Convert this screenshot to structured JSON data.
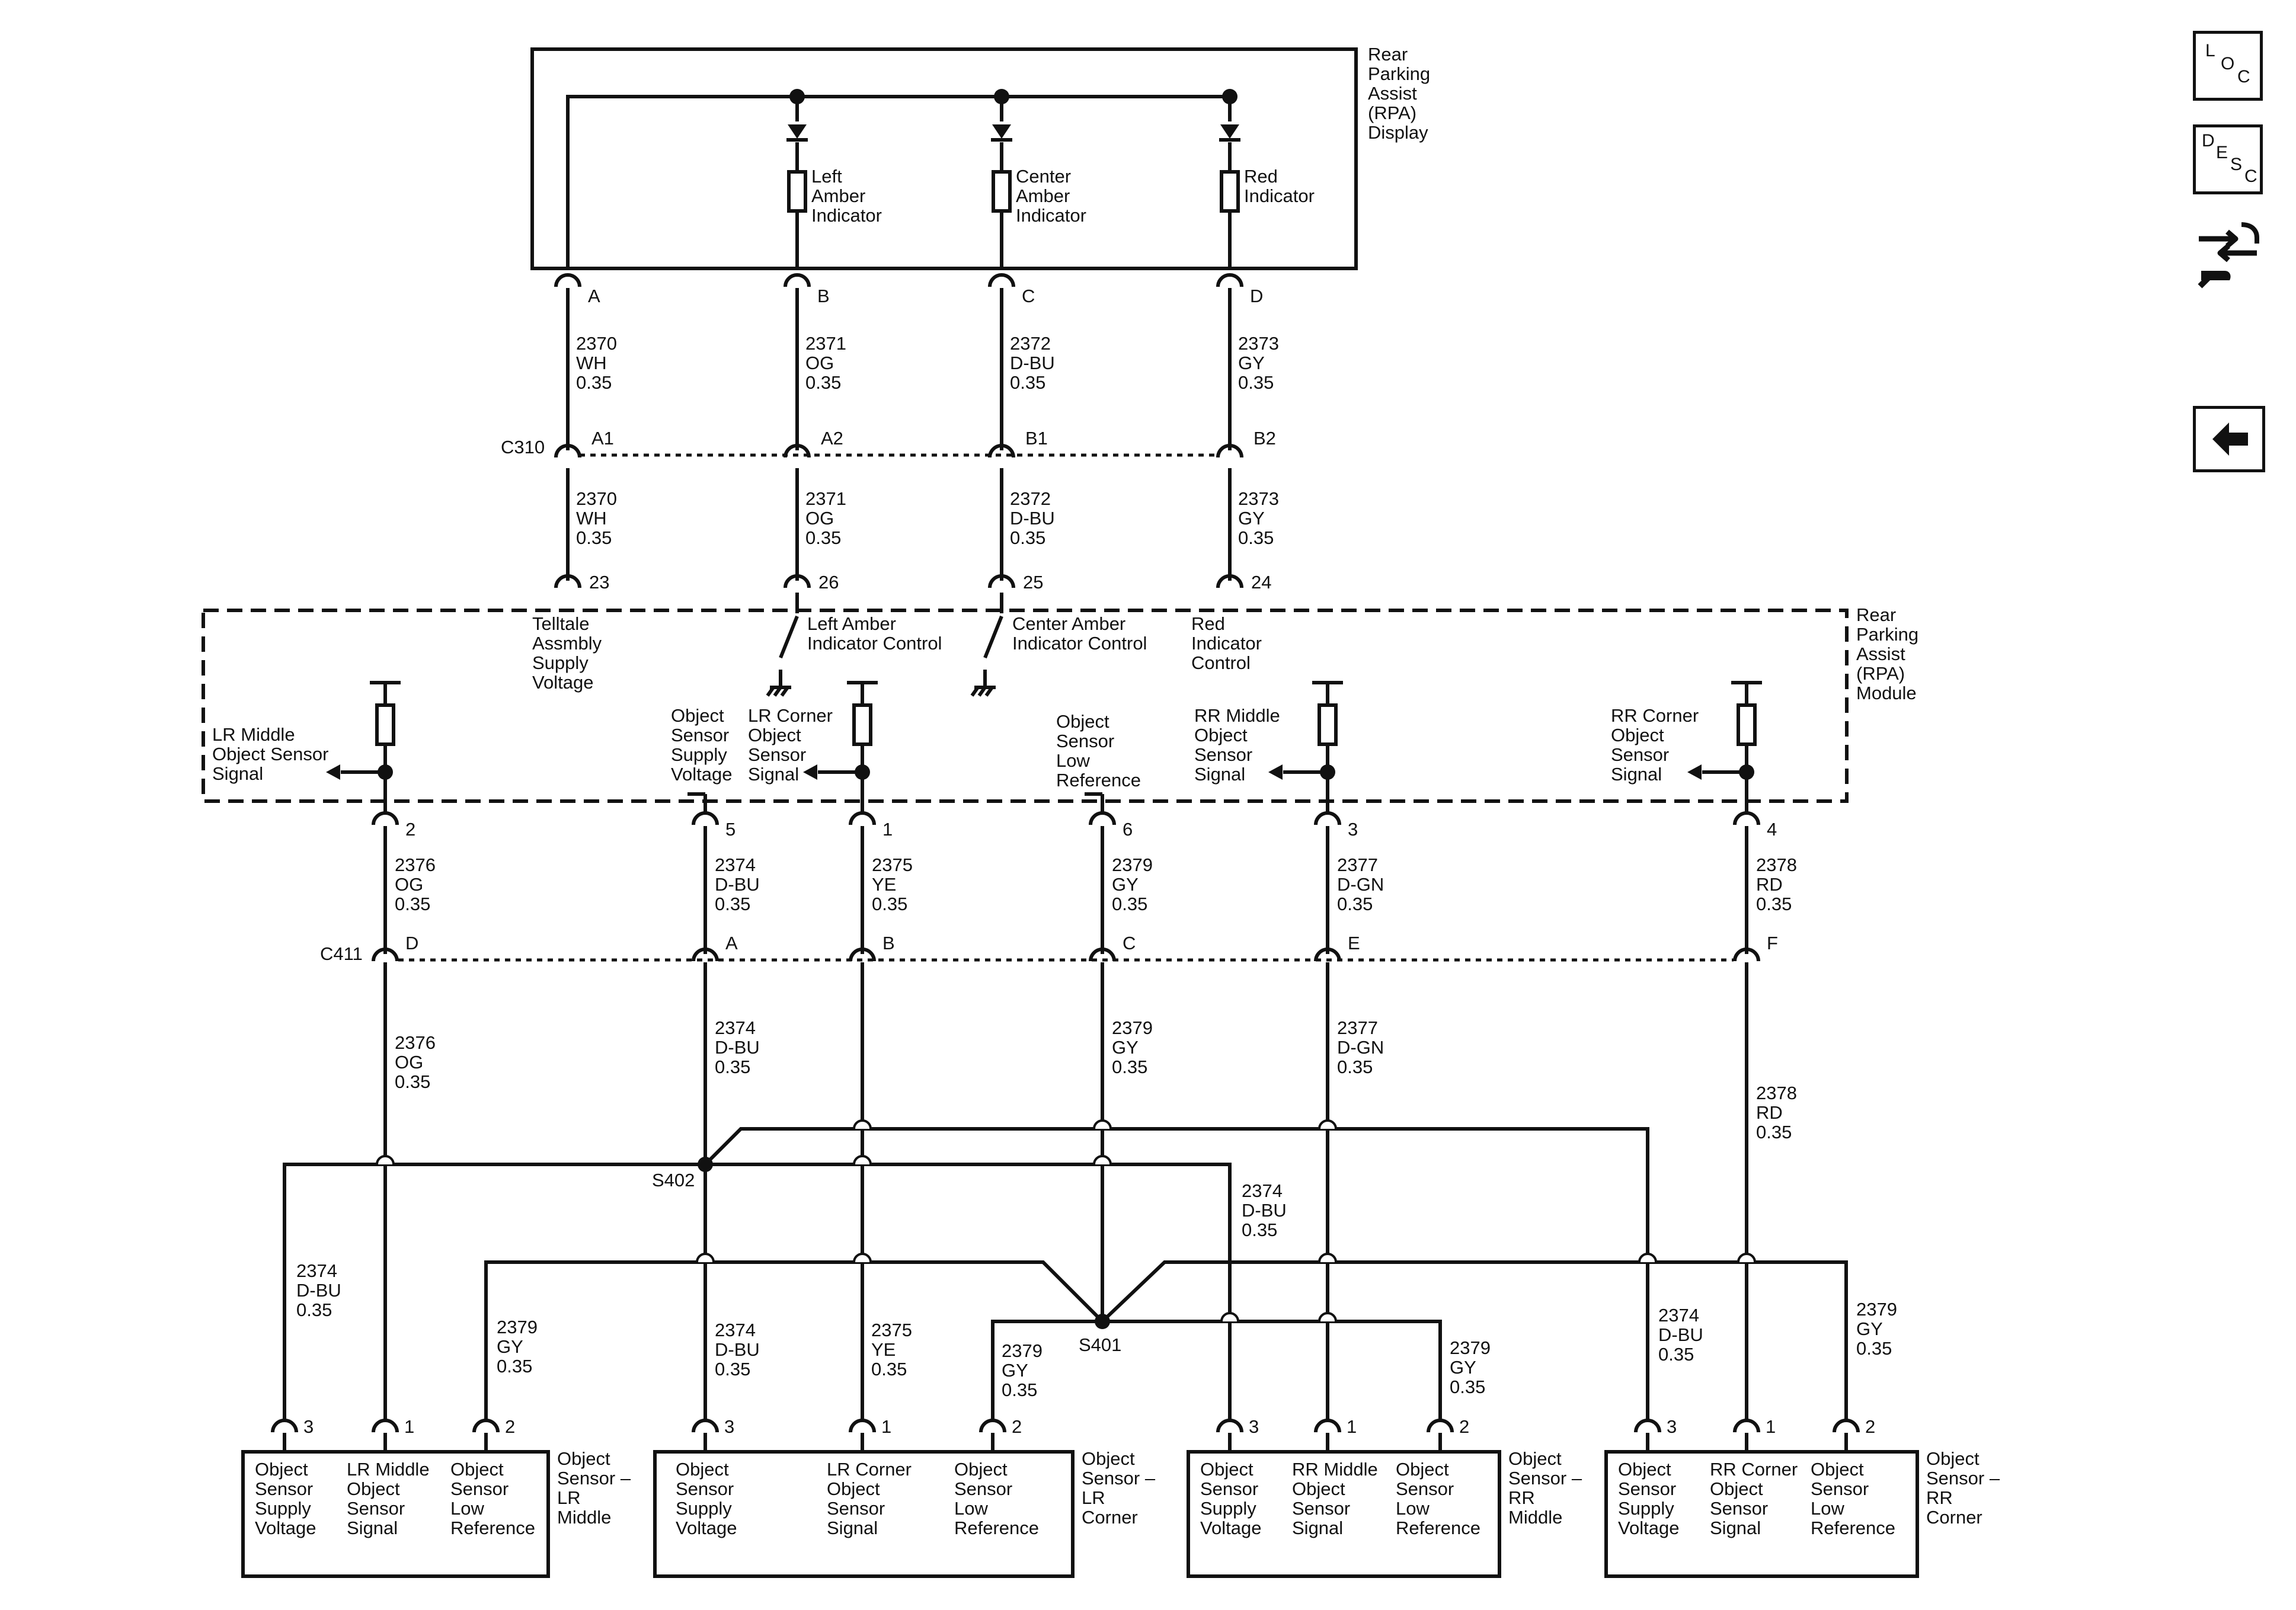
{
  "nav": {
    "loc": [
      "L",
      "O",
      "C"
    ],
    "desc": [
      "D",
      "E",
      "S",
      "C"
    ],
    "connector_icon": "connector-wrench-icon",
    "back_icon": "back-arrow-icon"
  },
  "display": {
    "title": [
      "Rear",
      "Parking",
      "Assist",
      "(RPA)",
      "Display"
    ],
    "leds": [
      [
        "Left",
        "Amber",
        "Indicator"
      ],
      [
        "Center",
        "Amber",
        "Indicator"
      ],
      [
        "Red",
        "Indicator"
      ]
    ],
    "pins": [
      "A",
      "B",
      "C",
      "D"
    ]
  },
  "upper_wires": [
    [
      "2370",
      "WH",
      "0.35"
    ],
    [
      "2371",
      "OG",
      "0.35"
    ],
    [
      "2372",
      "D-BU",
      "0.35"
    ],
    [
      "2373",
      "GY",
      "0.35"
    ]
  ],
  "c310": {
    "name": "C310",
    "pins": [
      "A1",
      "A2",
      "B1",
      "B2"
    ]
  },
  "module_top_pins": [
    "23",
    "26",
    "25",
    "24"
  ],
  "module": {
    "title": [
      "Rear",
      "Parking",
      "Assist",
      "(RPA)",
      "Module"
    ],
    "labels": {
      "telltale": [
        "Telltale",
        "Assmbly",
        "Supply",
        "Voltage"
      ],
      "left_amber": [
        "Left Amber",
        "Indicator Control"
      ],
      "center_amber": [
        "Center Amber",
        "Indicator Control"
      ],
      "red": [
        "Red",
        "Indicator",
        "Control"
      ],
      "lr_middle": [
        "LR Middle",
        "Object Sensor",
        "Signal"
      ],
      "supply": [
        "Object",
        "Sensor",
        "Supply",
        "Voltage"
      ],
      "lr_corner": [
        "LR Corner",
        "Object",
        "Sensor",
        "Signal"
      ],
      "low_ref": [
        "Object",
        "Sensor",
        "Low",
        "Reference"
      ],
      "rr_middle": [
        "RR Middle",
        "Object",
        "Sensor",
        "Signal"
      ],
      "rr_corner": [
        "RR Corner",
        "Object",
        "Sensor",
        "Signal"
      ]
    }
  },
  "module_bottom_pins": [
    "2",
    "5",
    "1",
    "6",
    "3",
    "4"
  ],
  "mid_wires": [
    [
      "2376",
      "OG",
      "0.35"
    ],
    [
      "2374",
      "D-BU",
      "0.35"
    ],
    [
      "2375",
      "YE",
      "0.35"
    ],
    [
      "2379",
      "GY",
      "0.35"
    ],
    [
      "2377",
      "D-GN",
      "0.35"
    ],
    [
      "2378",
      "RD",
      "0.35"
    ]
  ],
  "c411": {
    "name": "C411",
    "pins": [
      "D",
      "A",
      "B",
      "C",
      "E",
      "F"
    ]
  },
  "splices": [
    "S402",
    "S401"
  ],
  "lower_wires": {
    "d_bu": [
      "2374",
      "D-BU",
      "0.35"
    ],
    "gy": [
      "2379",
      "GY",
      "0.35"
    ],
    "ye": [
      "2375",
      "YE",
      "0.35"
    ]
  },
  "sensors": [
    {
      "name": [
        "Object",
        "Sensor –",
        "LR",
        "Middle"
      ],
      "pins": [
        "3",
        "1",
        "2"
      ],
      "cells": [
        [
          "Object",
          "Sensor",
          "Supply",
          "Voltage"
        ],
        [
          "LR Middle",
          "Object",
          "Sensor",
          "Signal"
        ],
        [
          "Object",
          "Sensor",
          "Low",
          "Reference"
        ]
      ]
    },
    {
      "name": [
        "Object",
        "Sensor –",
        "LR",
        "Corner"
      ],
      "pins": [
        "3",
        "1",
        "2"
      ],
      "cells": [
        [
          "Object",
          "Sensor",
          "Supply",
          "Voltage"
        ],
        [
          "LR Corner",
          "Object",
          "Sensor",
          "Signal"
        ],
        [
          "Object",
          "Sensor",
          "Low",
          "Reference"
        ]
      ]
    },
    {
      "name": [
        "Object",
        "Sensor –",
        "RR",
        "Middle"
      ],
      "pins": [
        "3",
        "1",
        "2"
      ],
      "cells": [
        [
          "Object",
          "Sensor",
          "Supply",
          "Voltage"
        ],
        [
          "RR Middle",
          "Object",
          "Sensor",
          "Signal"
        ],
        [
          "Object",
          "Sensor",
          "Low",
          "Reference"
        ]
      ]
    },
    {
      "name": [
        "Object",
        "Sensor –",
        "RR",
        "Corner"
      ],
      "pins": [
        "3",
        "1",
        "2"
      ],
      "cells": [
        [
          "Object",
          "Sensor",
          "Supply",
          "Voltage"
        ],
        [
          "RR Corner",
          "Object",
          "Sensor",
          "Signal"
        ],
        [
          "Object",
          "Sensor",
          "Low",
          "Reference"
        ]
      ]
    }
  ]
}
